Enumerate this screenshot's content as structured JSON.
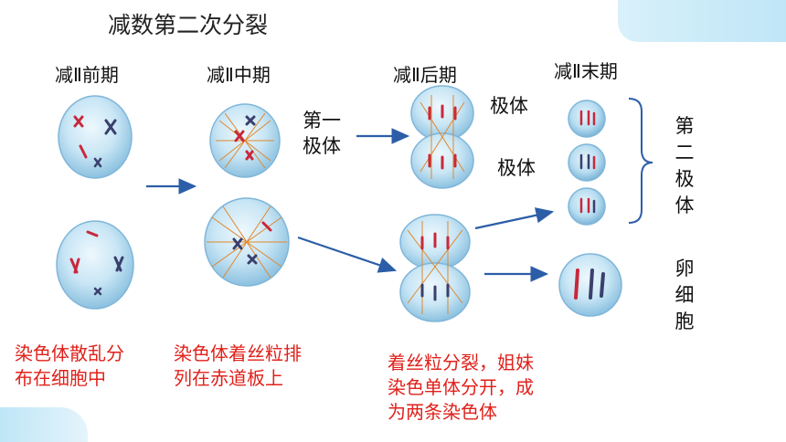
{
  "title": "减数第二次分裂",
  "stages": [
    "减Ⅱ前期",
    "减Ⅱ中期",
    "减Ⅱ后期",
    "减Ⅱ末期"
  ],
  "labels": {
    "first_polar_body": [
      "第一",
      "极体"
    ],
    "polar_body_1": "极体",
    "polar_body_2": "极体",
    "second_polar_body": [
      "第",
      "二",
      "极",
      "体"
    ],
    "egg_cell": [
      "卵",
      "细",
      "胞"
    ]
  },
  "captions": {
    "prophase": [
      "染色体散乱分",
      "布在细胞中"
    ],
    "metaphase": [
      "染色体着丝粒排",
      "列在赤道板上"
    ],
    "anaphase": [
      "着丝粒分裂，姐妹",
      "染色单体分开，成",
      "为两条染色体"
    ]
  },
  "colors": {
    "caption": "#e0211b",
    "arrow": "#2c5ea8",
    "cell_fill": "#bfe0f2",
    "cell_edge": "#7fb6d9",
    "chromosome_red": "#c8283c",
    "chromosome_dark": "#3a3f6e",
    "accent_band": "#bfe6f7"
  }
}
